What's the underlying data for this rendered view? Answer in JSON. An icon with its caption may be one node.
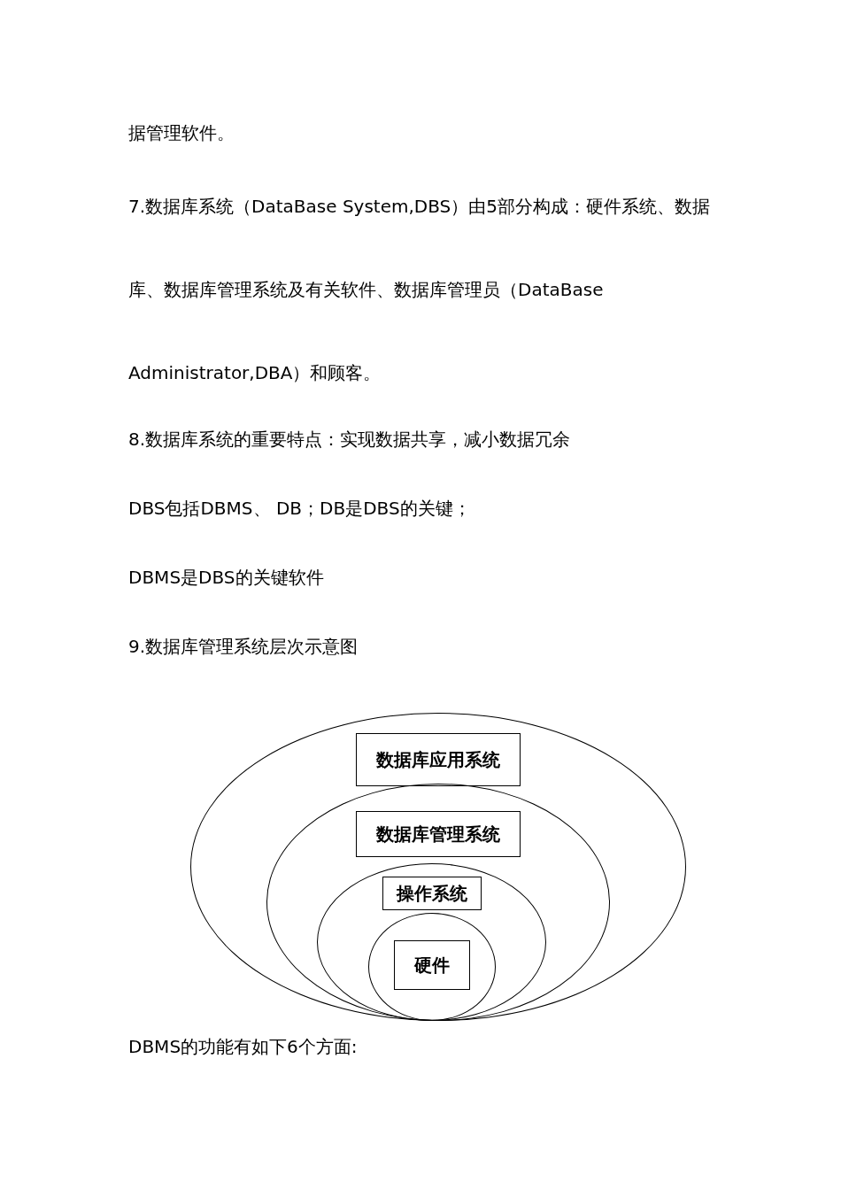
{
  "diagram": {
    "nodes": [
      {
        "text": [],
        "shape": "ellipse"
      },
      {
        "text": [
          "数据库应用系统"
        ],
        "in": 0
      },
      {
        "text": [],
        "shape": "ellipse",
        "in": 0
      },
      {
        "text": [
          "数据库管理系统"
        ],
        "in": 2
      },
      {
        "text": [],
        "shape": "ellipse",
        "in": 2
      },
      {
        "text": [
          "操作系统"
        ],
        "in": 4
      },
      {
        "text": [],
        "shape": "ellipse",
        "in": 4
      },
      {
        "text": [
          "硬件"
        ],
        "in": 6
      }
    ],
    "labels": [
      "据管理软件。",
      "7.数据库系统（DataBase System,DBS）由5部分构成：硬件系统、数据库、数据库管理系统及有关软件、数据库管理员（DataBase Administrator,DBA）和顾客。",
      "8.数据库系统的重要特点：实现数据共享，减小数据冗余",
      "DBS包括DBMS、 DB；DB是DBS的关键；",
      "DBMS是DBS的关键软件",
      "9.数据库管理系统层次示意图",
      "DBMS的功能有如下6个方面:"
    ]
  }
}
